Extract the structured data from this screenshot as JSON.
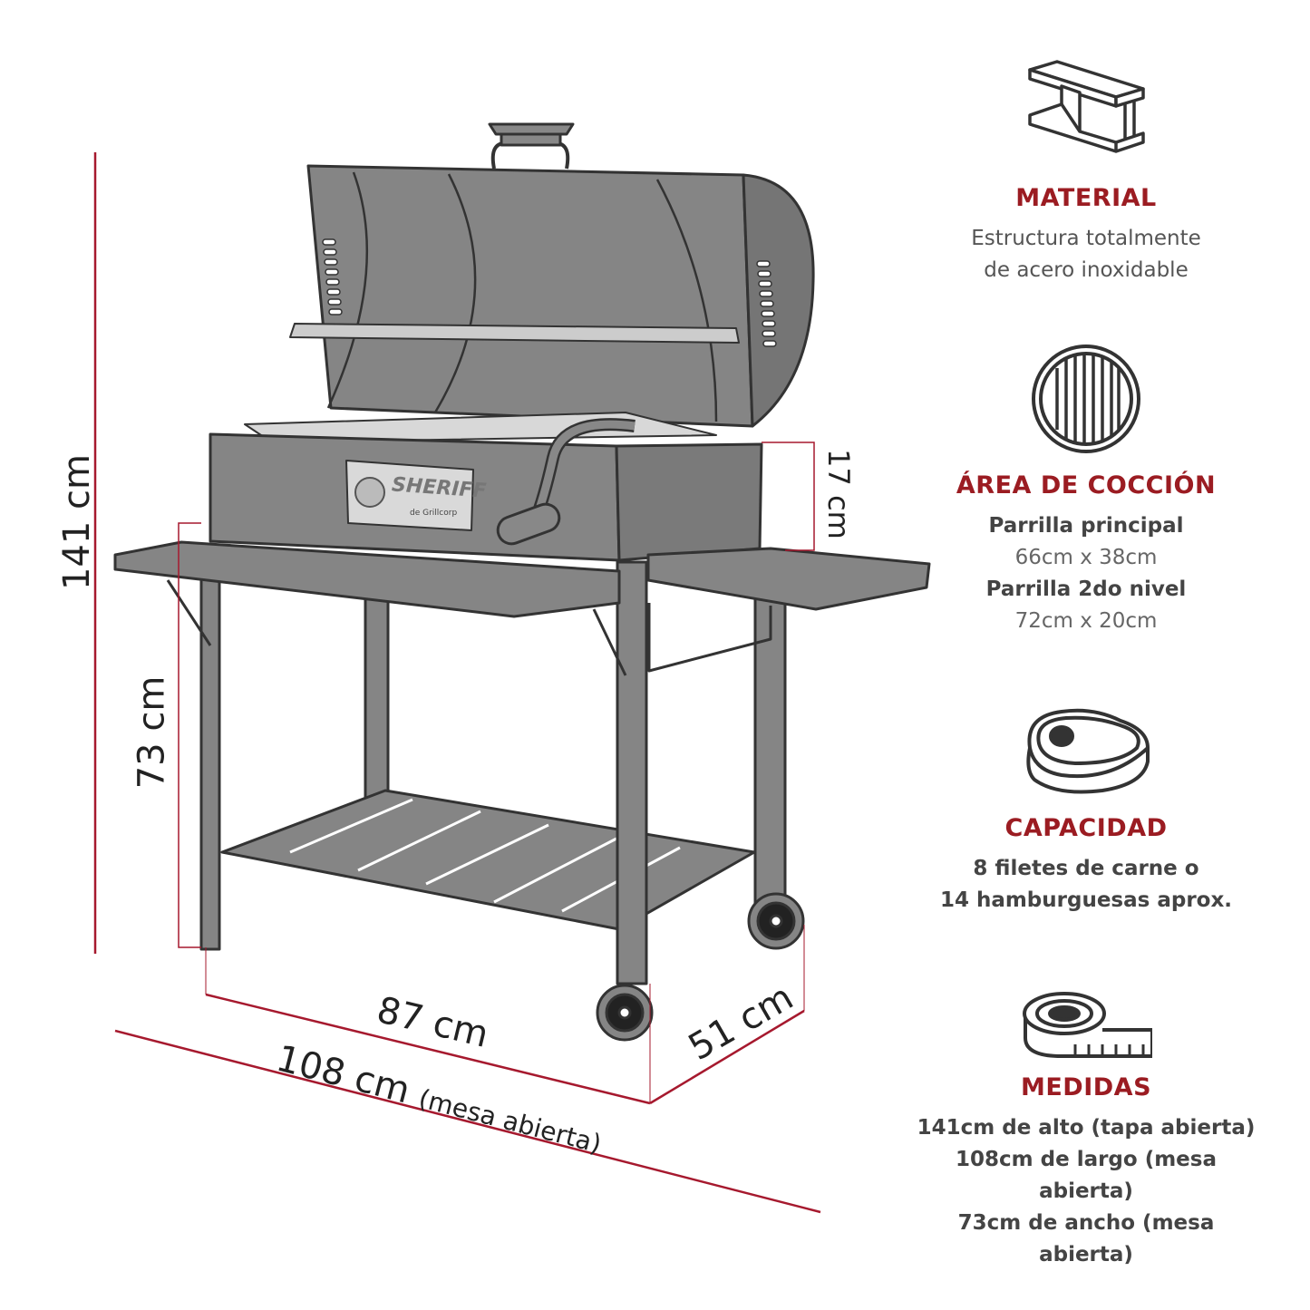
{
  "dimensions": {
    "height_total": "141 cm",
    "height_table": "73 cm",
    "firebox_height": "17 cm",
    "length": "87 cm",
    "depth": "51 cm",
    "length_open": "108 cm",
    "length_open_note": "(mesa abierta)"
  },
  "logo": {
    "brand": "SHERIFF",
    "sub": "de Grillcorp"
  },
  "features": [
    {
      "icon": "steel-beam-icon",
      "title": "MATERIAL",
      "lines": [
        "Estructura totalmente",
        "de acero inoxidable"
      ]
    },
    {
      "icon": "grill-grate-icon",
      "title": "ÁREA DE COCCIÓN",
      "sub1_label": "Parrilla principal",
      "sub1_value": "66cm x 38cm",
      "sub2_label": "Parrilla 2do nivel",
      "sub2_value": "72cm x 20cm"
    },
    {
      "icon": "steak-icon",
      "title": "CAPACIDAD",
      "lines": [
        "8 filetes de carne o",
        "14 hamburguesas aprox."
      ]
    },
    {
      "icon": "measuring-tape-icon",
      "title": "MEDIDAS",
      "lines": [
        "141cm de alto (tapa abierta)",
        "108cm de largo (mesa abierta)",
        "73cm de ancho (mesa abierta)"
      ]
    }
  ],
  "colors": {
    "accent": "#9b1c22",
    "body": "#858585",
    "outline": "#333333"
  }
}
